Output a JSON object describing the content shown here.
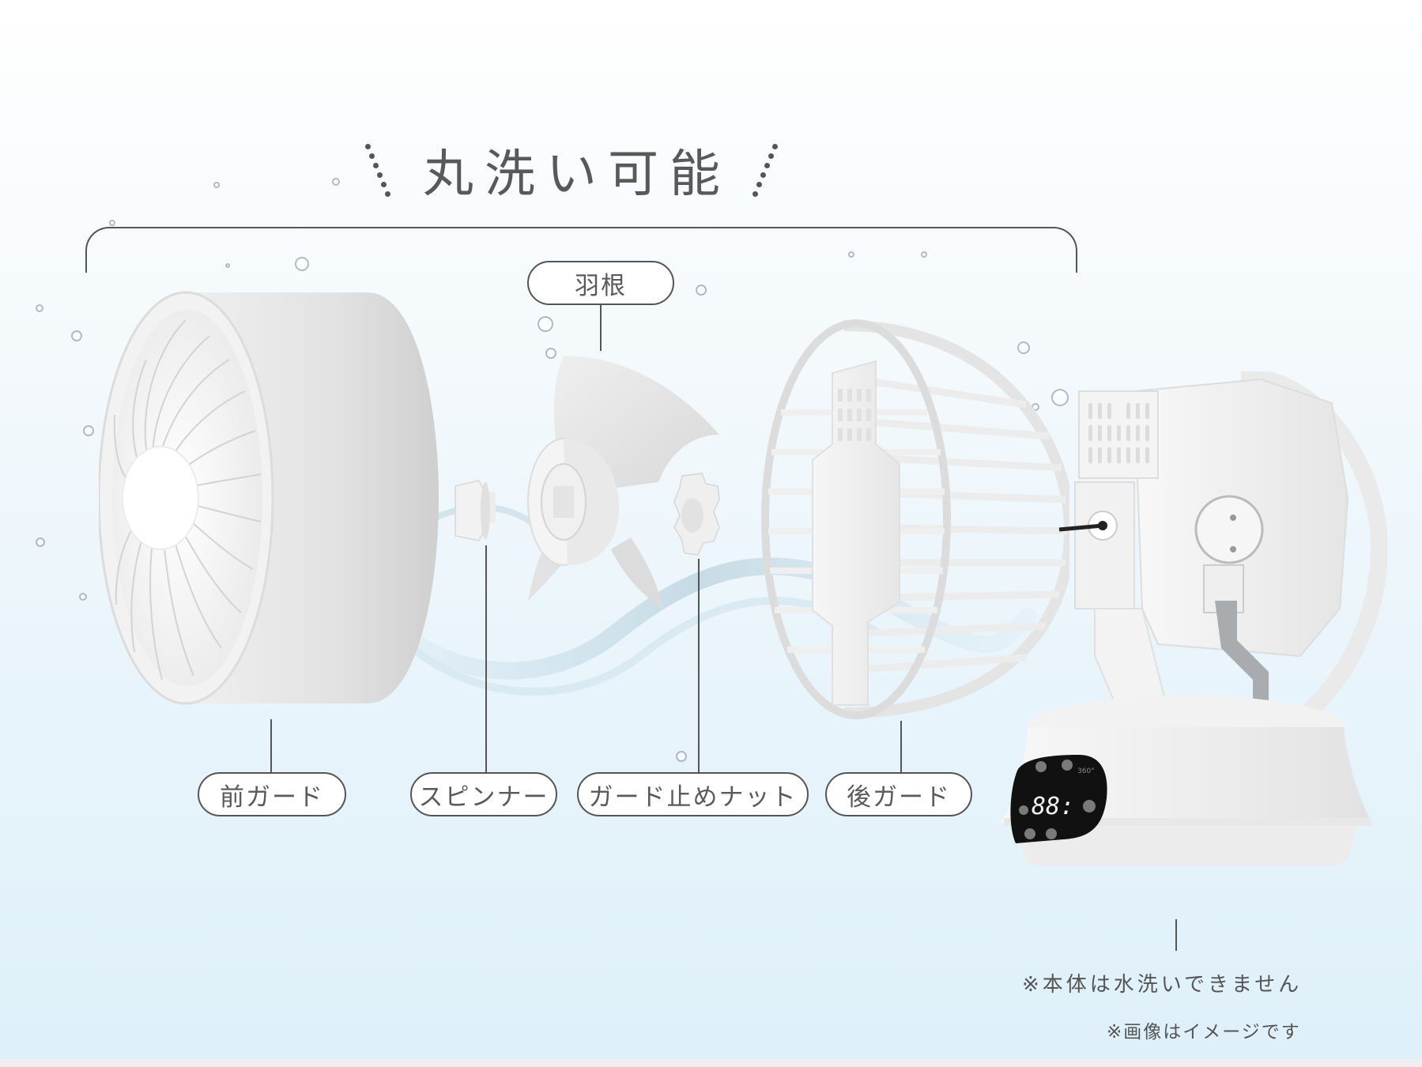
{
  "headline": {
    "title": "丸洗い可能"
  },
  "parts": {
    "blade": {
      "label": "羽根"
    },
    "front_guard": {
      "label": "前ガード"
    },
    "spinner": {
      "label": "スピンナー"
    },
    "guard_nut": {
      "label": "ガード止めナット"
    },
    "rear_guard": {
      "label": "後ガード"
    }
  },
  "main_unit": {
    "display_digits": "88:",
    "display_badge": "360°"
  },
  "notes": {
    "body_not_washable": "※本体は水洗いできません",
    "image_disclaimer": "※画像はイメージです"
  },
  "colors": {
    "text": "#595959",
    "line": "#555555",
    "background_top": "#ffffff",
    "background_bottom": "#dff0fa",
    "product_white": "#f4f4f4",
    "display_black": "#111111"
  }
}
